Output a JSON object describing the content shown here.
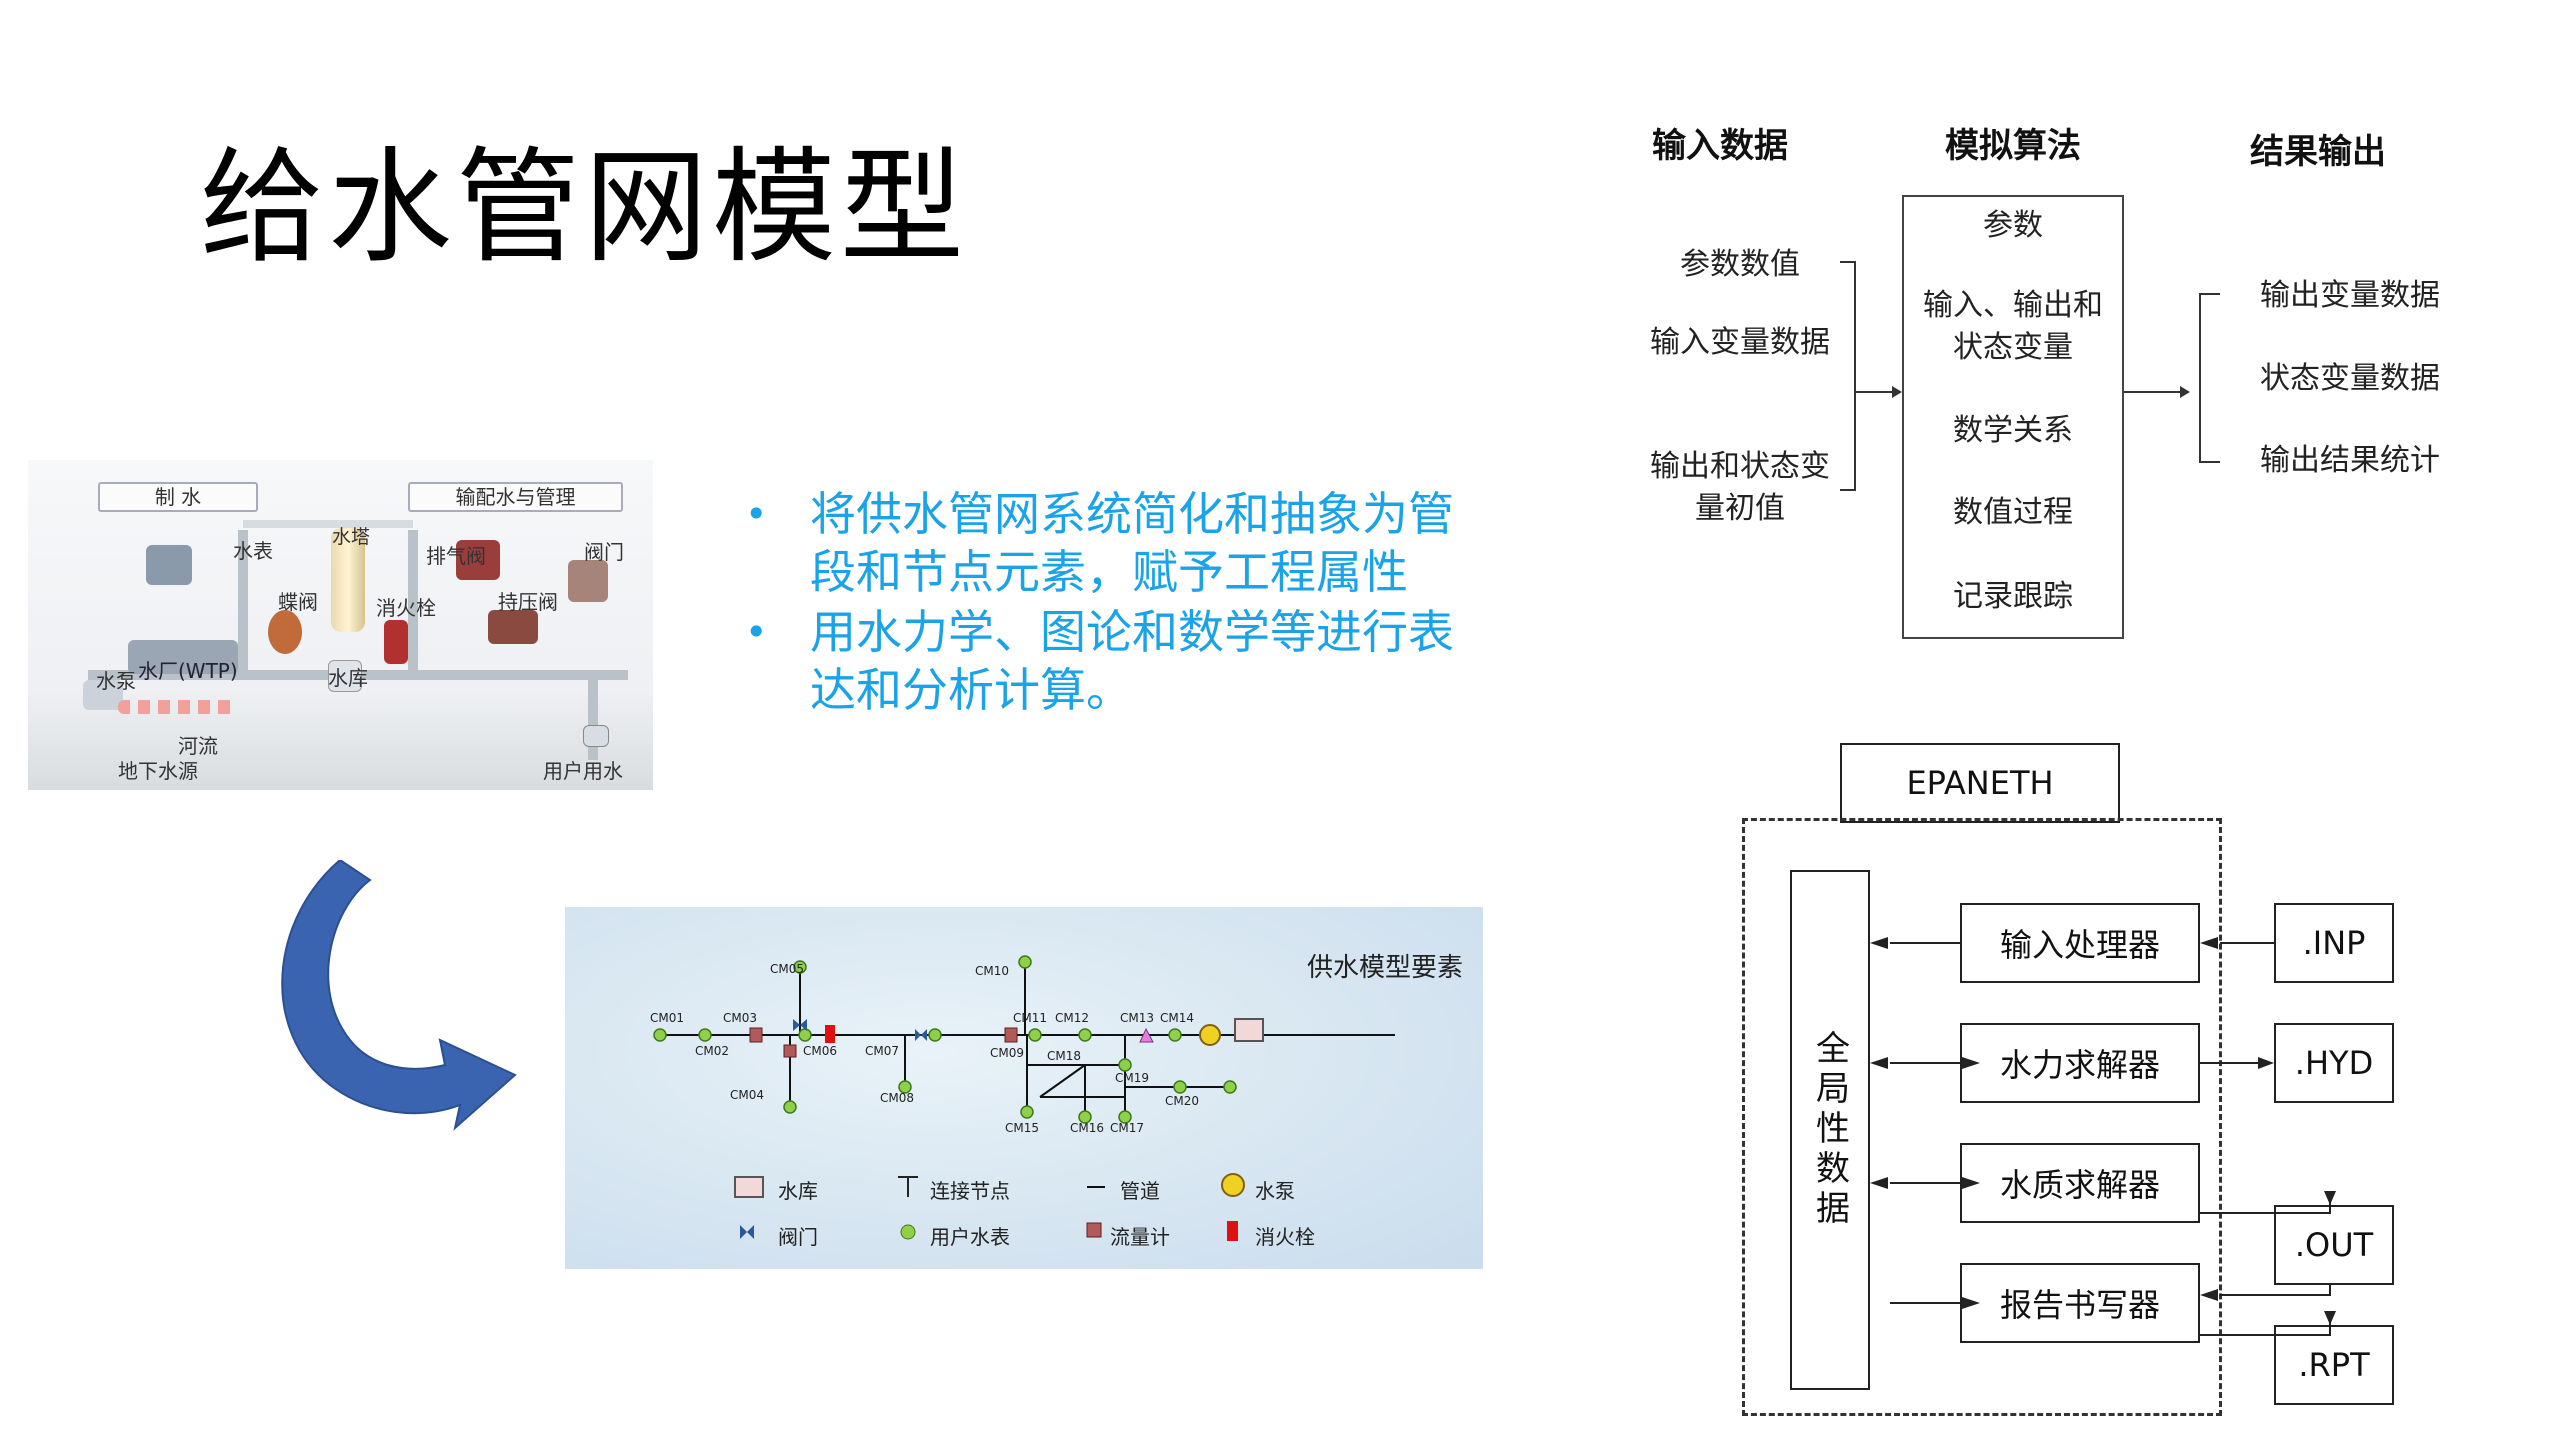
{
  "title": "给水管网模型",
  "bullets": [
    "将供水管网系统简化和抽象为管段和节点元素，赋予工程属性",
    "用水力学、图论和数学等进行表达和分析计算。"
  ],
  "illustration": {
    "section_left": "制 水",
    "section_right": "输配水与管理",
    "labels": [
      "水表",
      "水塔",
      "排气阀",
      "阀门",
      "蝶阀",
      "消火栓",
      "持压阀",
      "水厂(WTP)",
      "水泵",
      "水库",
      "河流",
      "地下水源",
      "用户用水"
    ]
  },
  "model": {
    "title": "供水模型要素",
    "nodes": [
      "CM01",
      "CM02",
      "CM03",
      "CM04",
      "CM05",
      "CM06",
      "CM07",
      "CM08",
      "CM09",
      "CM10",
      "CM11",
      "CM12",
      "CM13",
      "CM14",
      "CM15",
      "CM16",
      "CM17",
      "CM18",
      "CM19",
      "CM20"
    ],
    "legend": [
      "水库",
      "连接节点",
      "管道",
      "水泵",
      "阀门",
      "用户水表",
      "流量计",
      "消火栓"
    ]
  },
  "flow": {
    "headers": [
      "输入数据",
      "模拟算法",
      "结果输出"
    ],
    "inputs": [
      "参数数值",
      "输入变量数据",
      "输出和状态变量初值"
    ],
    "algorithm": [
      "参数",
      "输入、输出和状态变量",
      "数学关系",
      "数值过程",
      "记录跟踪"
    ],
    "outputs": [
      "输出变量数据",
      "状态变量数据",
      "输出结果统计"
    ]
  },
  "arch": {
    "top": "EPANETH",
    "global": "全局性数据",
    "modules": [
      "输入处理器",
      "水力求解器",
      "水质求解器",
      "报告书写器"
    ],
    "files": [
      ".INP",
      ".HYD",
      ".OUT",
      ".RPT"
    ]
  },
  "colors": {
    "bullet_text": "#1aa3e8",
    "arrow_blue": "#3a64b0"
  }
}
